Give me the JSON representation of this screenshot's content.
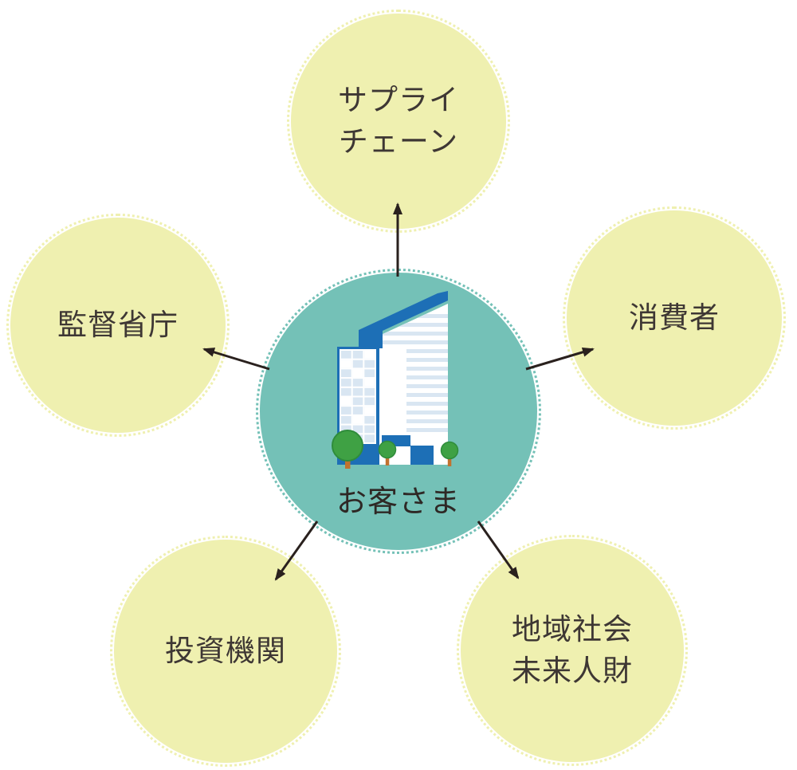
{
  "center": {
    "label": "お客さま"
  },
  "nodes": [
    {
      "key": "supply-chain",
      "lines": [
        "サプライ",
        "チェーン"
      ]
    },
    {
      "key": "regulators",
      "lines": [
        "監督省庁"
      ]
    },
    {
      "key": "consumers",
      "lines": [
        "消費者"
      ]
    },
    {
      "key": "investors",
      "lines": [
        "投資機関"
      ]
    },
    {
      "key": "community-talent",
      "lines": [
        "地域社会",
        "未来人財"
      ]
    }
  ],
  "icons": [
    {
      "name": "office-building-illustration",
      "description": "blue and white skyscraper with window grid, slanted blue rooftop band, low annex and three green trees"
    }
  ],
  "colors": {
    "background": "#FFFFFF",
    "node_fill": "#EFF0B0",
    "center_fill": "#74C1B7",
    "node_text": "#3E3734",
    "center_text": "#2E2825",
    "arrow": "#2A211E",
    "building_blue": "#1D6FB6",
    "building_white": "#FFFFFF",
    "window_light_blue": "#D9E6F2",
    "tree_green": "#3FA144",
    "tree_green_dark": "#2F8C3B",
    "tree_trunk": "#C1722F"
  }
}
